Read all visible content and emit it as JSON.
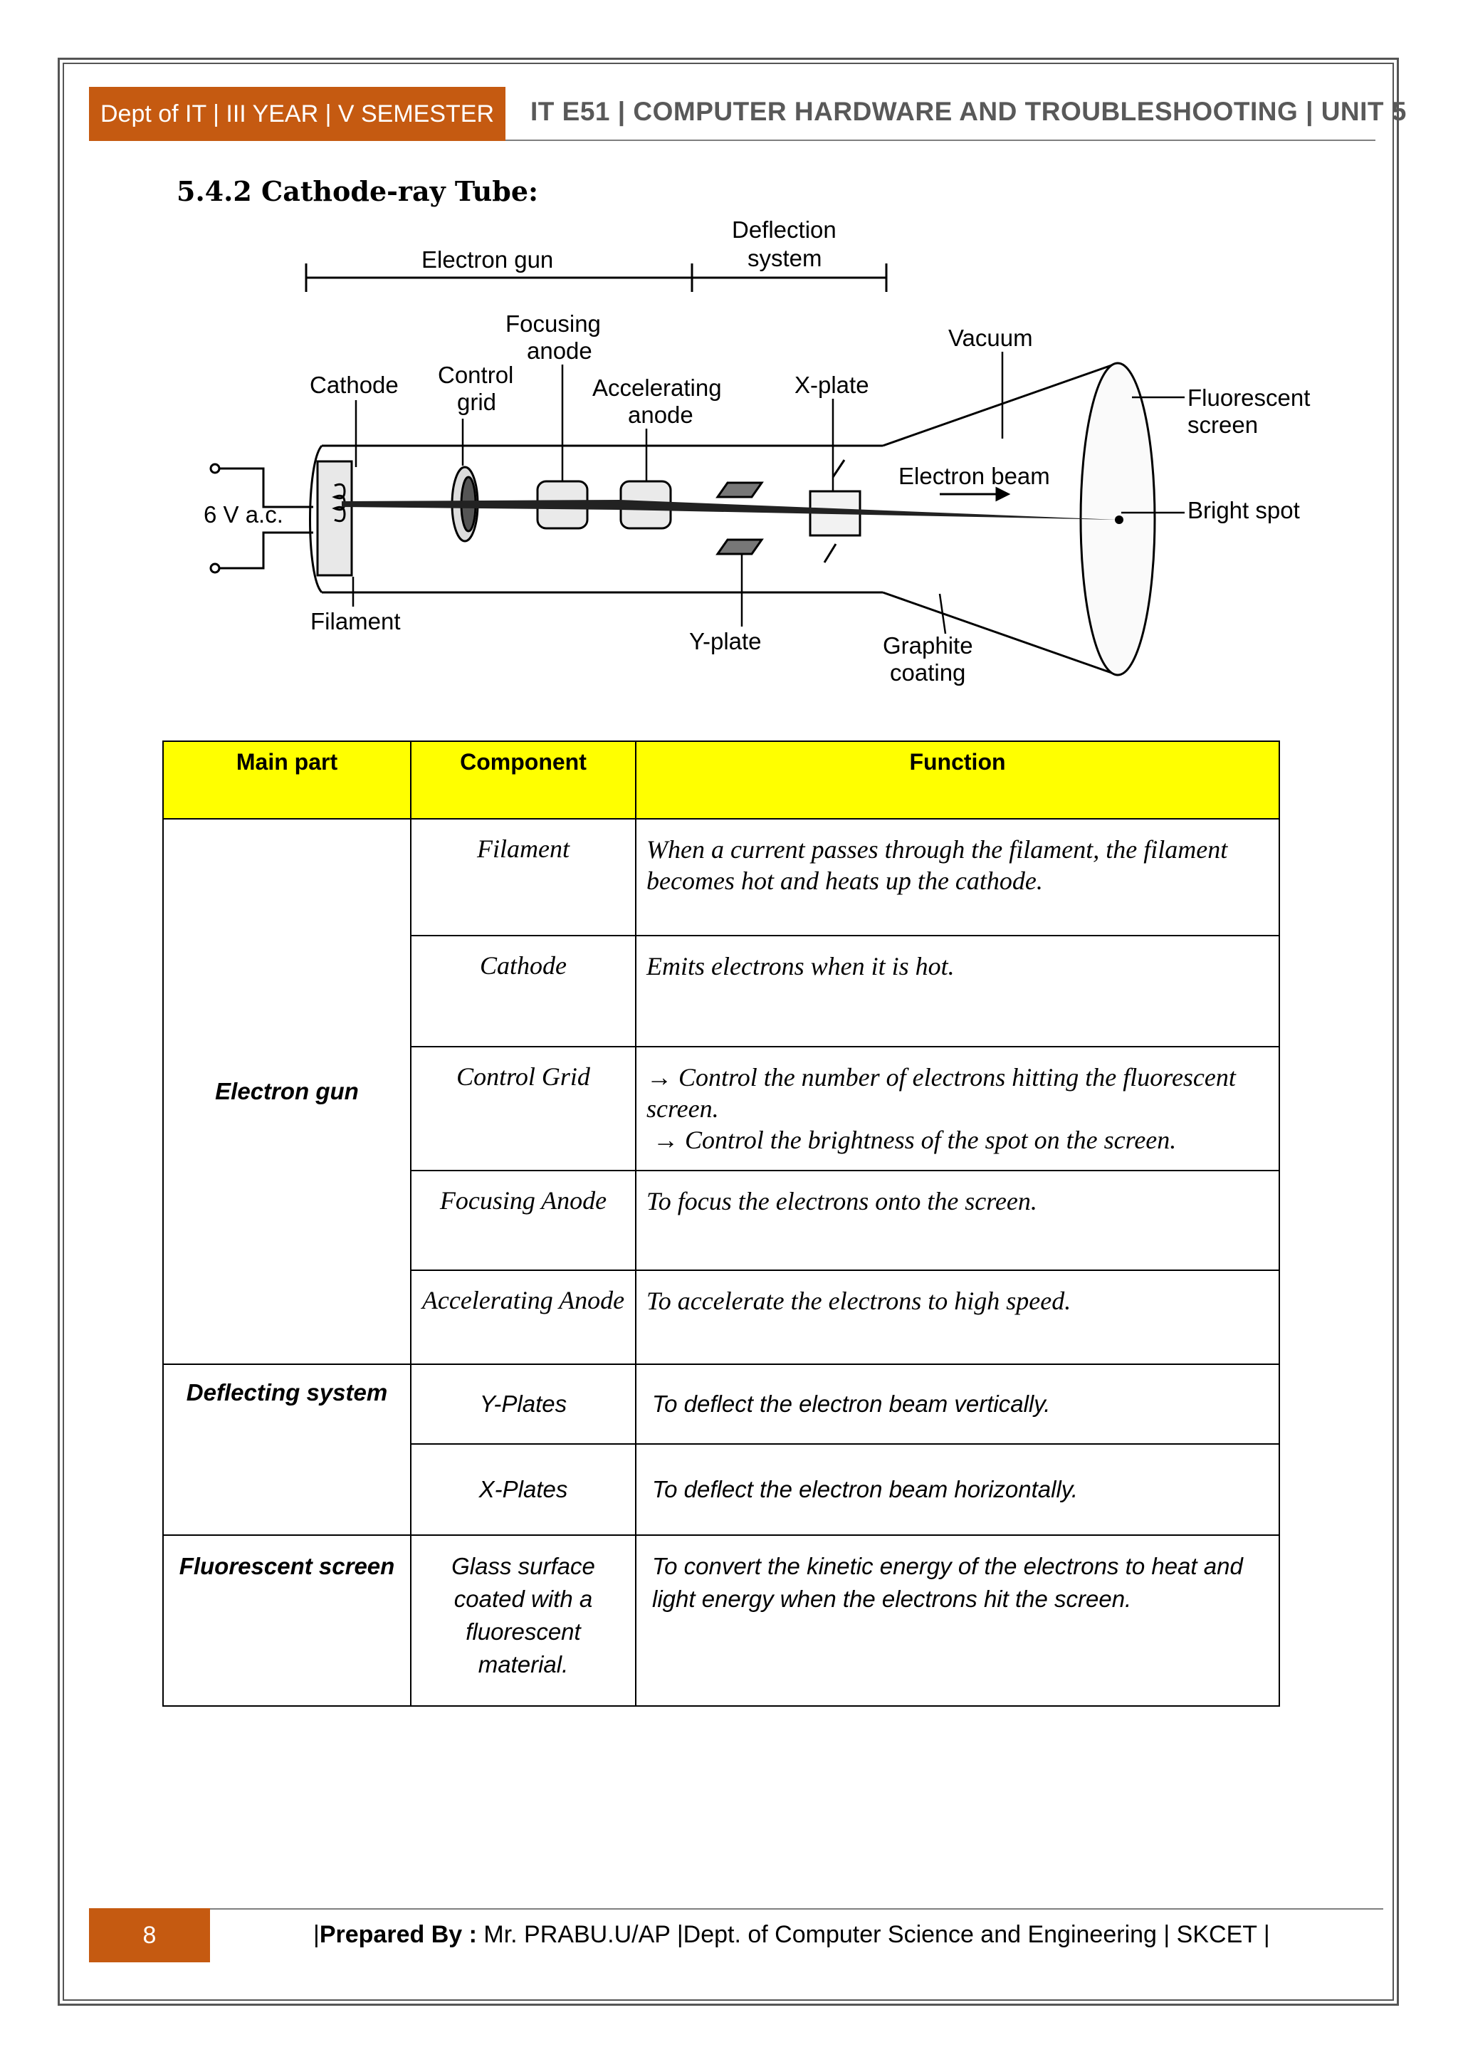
{
  "header": {
    "left": "Dept of IT | III YEAR | V SEMESTER",
    "right": "IT E51 | COMPUTER HARDWARE AND TROUBLESHOOTING | UNIT 5"
  },
  "section_title": "5.4.2 Cathode-ray Tube:",
  "diagram": {
    "electron_gun": "Electron gun",
    "deflection_1": "Deflection",
    "deflection_2": "system",
    "focusing_1": "Focusing",
    "focusing_2": "anode",
    "vacuum": "Vacuum",
    "cathode": "Cathode",
    "control_1": "Control",
    "control_2": "grid",
    "accel_1": "Accelerating",
    "accel_2": "anode",
    "xplate": "X-plate",
    "fluor_1": "Fluorescent",
    "fluor_2": "screen",
    "electron_beam": "Electron beam",
    "voltage": "6 V a.c.",
    "bright_spot": "Bright spot",
    "filament": "Filament",
    "yplate": "Y-plate",
    "graphite_1": "Graphite",
    "graphite_2": "coating"
  },
  "table": {
    "headers": [
      "Main part",
      "Component",
      "Function"
    ],
    "electron_gun": "Electron gun",
    "rows": [
      {
        "component": "Filament",
        "function": "When a current passes through the filament, the filament becomes hot and heats up the cathode."
      },
      {
        "component": "Cathode",
        "function": "Emits electrons when it is hot."
      },
      {
        "component": "Control Grid",
        "function_1": "Control the number of electrons hitting the fluorescent screen.",
        "function_2": "Control the brightness of the spot on the screen."
      },
      {
        "component": "Focusing Anode",
        "function": "To focus the electrons onto the screen."
      },
      {
        "component": "Accelerating Anode",
        "function": "To accelerate the electrons to high speed."
      }
    ],
    "deflecting": "Deflecting system",
    "deflect_rows": [
      {
        "component": "Y-Plates",
        "function": "To deflect the electron beam vertically."
      },
      {
        "component": "X-Plates",
        "function": "To deflect the electron beam horizontally."
      }
    ],
    "fluorescent": "Fluorescent screen",
    "fluor_row": {
      "component": "Glass surface coated with a fluorescent material.",
      "function": "To convert the kinetic energy of the electrons to heat and light energy when the electrons hit the screen."
    },
    "arrow": "→"
  },
  "footer": {
    "page": "8",
    "prepared_label": "Prepared By :",
    "prepared_rest": " Mr. PRABU.U/AP  |Dept. of Computer Science and Engineering | SKCET |"
  }
}
